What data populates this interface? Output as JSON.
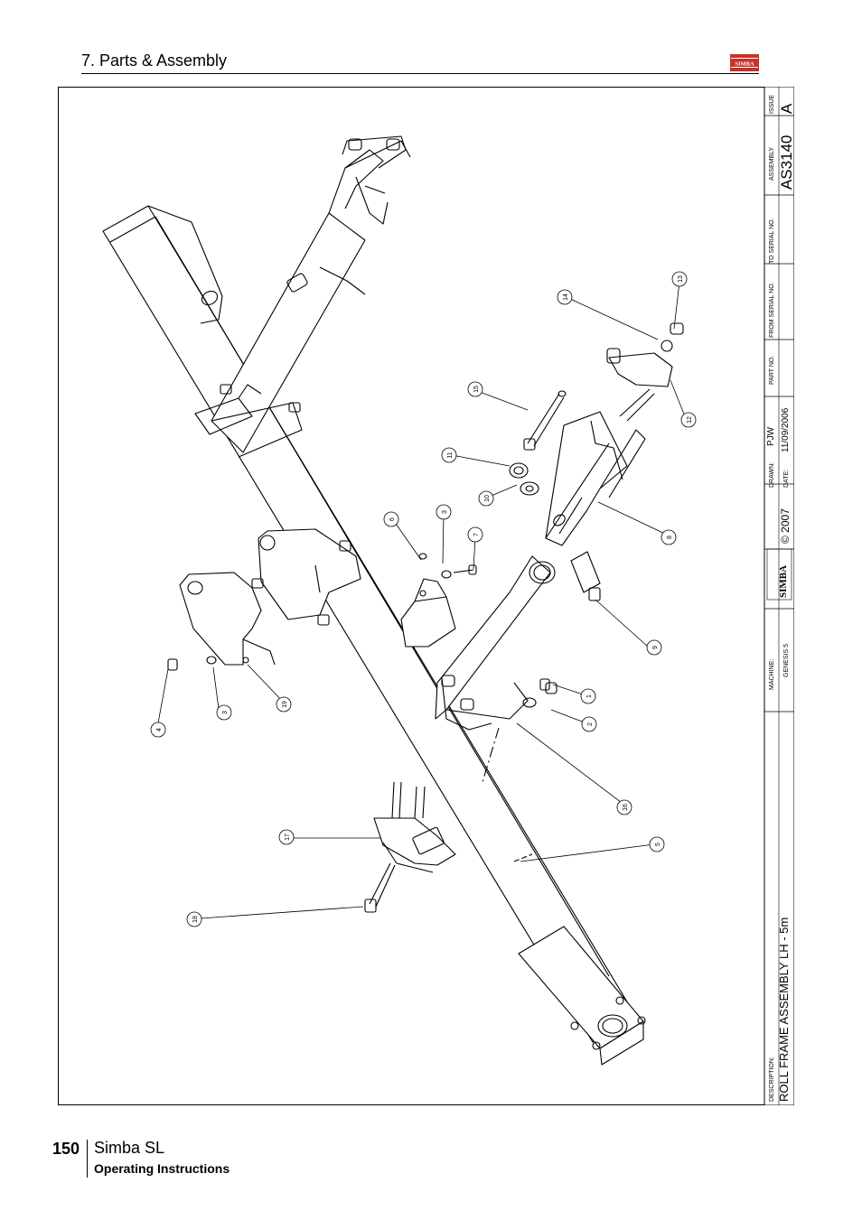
{
  "header": {
    "section_title": "7. Parts & Assembly",
    "logo_text": "SIMBA"
  },
  "footer": {
    "page_number": "150",
    "product_name": "Simba SL",
    "doc_type": "Operating Instructions"
  },
  "title_block": {
    "issue_label": "ISSUE",
    "issue_value": "A",
    "assembly_label": "ASSEMBLY",
    "assembly_value": "AS3140",
    "to_serial_label": "TO SERIAL NO.",
    "from_serial_label": "FROM SERIAL NO.",
    "part_no_label": "PART NO.",
    "drawn_label": "DRAWN:",
    "drawn_value": "PJW",
    "date_label": "DATE:",
    "date_value": "11/09/2006",
    "copyright": "© 2007",
    "brand": "SIMBA",
    "machine_label": "MACHINE:",
    "machine_value": "GENESIS 5",
    "description_label": "DESCRIPTION:",
    "description_value": "ROLL FRAME ASSEMBLY LH - 5m"
  },
  "callouts": [
    "1",
    "2",
    "3",
    "3",
    "4",
    "5",
    "6",
    "7",
    "8",
    "9",
    "10",
    "11",
    "12",
    "13",
    "14",
    "15",
    "16",
    "17",
    "18",
    "19"
  ]
}
